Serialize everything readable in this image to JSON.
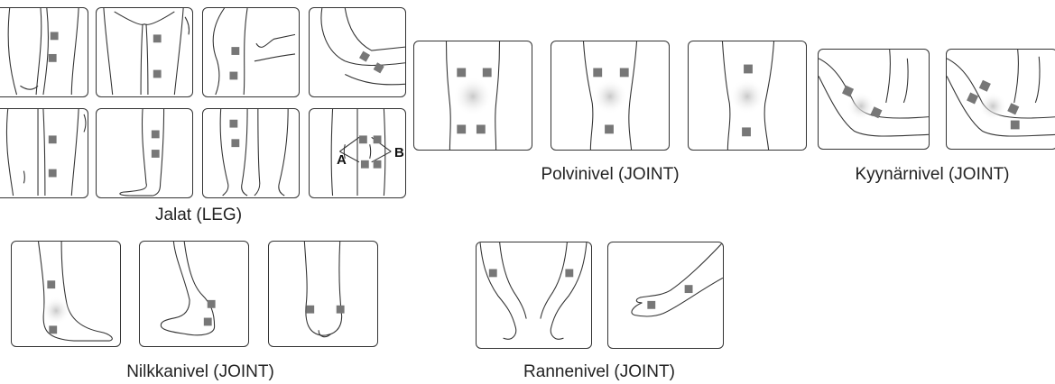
{
  "captions": {
    "leg": "Jalat (LEG)",
    "knee": "Polvinivel (JOINT)",
    "elbow": "Kyynärnivel (JOINT)",
    "ankle": "Nilkkanivel (JOINT)",
    "wrist": "Rannenivel (JOINT)"
  },
  "labels": {
    "a": "A",
    "b": "B"
  },
  "colors": {
    "pad": "#777777",
    "outline": "#333333",
    "glow": "#c8c8c8"
  }
}
